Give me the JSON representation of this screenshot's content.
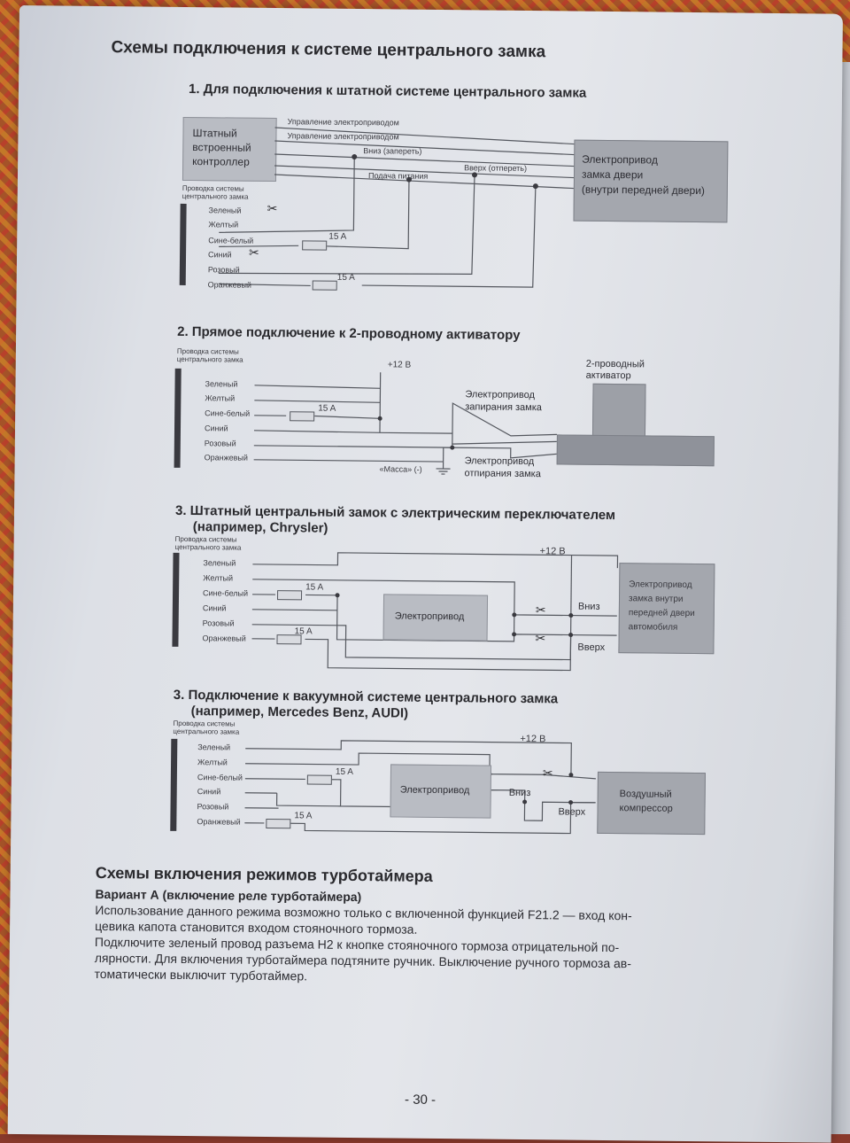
{
  "main_title": "Схемы подключения к системе центрального замка",
  "section1": {
    "title": "1. Для подключения к штатной системе центрального замка",
    "controller": "Штатный встроенный контроллер",
    "controller_lines": [
      "Штатный",
      "встроенный",
      "контроллер"
    ],
    "actuator_lines": [
      "Электропривод",
      "замка двери",
      "(внутри передней двери)"
    ],
    "wire_labels": [
      "Управление электроприводом",
      "Управление электроприводом",
      "Вниз (запереть)",
      "Вверх (отпереть)",
      "Подача питания"
    ],
    "harness_title": "Проводка системы центрального замка",
    "harness_title_lines": [
      "Проводка системы",
      "центрального замка"
    ],
    "wires": [
      "Зеленый",
      "Желтый",
      "Сине-белый",
      "Синий",
      "Розовый",
      "Оранжевый"
    ],
    "fuses": [
      "15 A",
      "15 A"
    ]
  },
  "section2": {
    "title": "2. Прямое подключение к 2-проводному активатору",
    "harness_title_lines": [
      "Проводка системы",
      "центрального замка"
    ],
    "wires": [
      "Зеленый",
      "Желтый",
      "Сине-белый",
      "Синий",
      "Розовый",
      "Оранжевый"
    ],
    "fuse": "15 A",
    "plus12": "+12 В",
    "ground": "«Масса» (-)",
    "activator_lines": [
      "2-проводный",
      "активатор"
    ],
    "lock_lines": [
      "Электропривод",
      "запирания замка"
    ],
    "unlock_lines": [
      "Электропривод",
      "отпирания замка"
    ]
  },
  "section3": {
    "title_line1": "3. Штатный центральный замок с электрическим переключателем",
    "title_line2": "(например, Chrysler)",
    "harness_title_lines": [
      "Проводка системы",
      "центрального замка"
    ],
    "wires": [
      "Зеленый",
      "Желтый",
      "Сине-белый",
      "Синий",
      "Розовый",
      "Оранжевый"
    ],
    "fuses": [
      "15 A",
      "15 A"
    ],
    "plus12": "+12 В",
    "actuator": "Электропривод",
    "down": "Вниз",
    "up": "Вверх",
    "door_lines": [
      "Электропривод",
      "замка внутри",
      "передней двери",
      "автомобиля"
    ]
  },
  "section4": {
    "title_line1": "3. Подключение к вакуумной системе центрального замка",
    "title_line2": "(например, Mercedes Benz, AUDI)",
    "harness_title_lines": [
      "Проводка системы",
      "центрального замка"
    ],
    "wires": [
      "Зеленый",
      "Желтый",
      "Сине-белый",
      "Синий",
      "Розовый",
      "Оранжевый"
    ],
    "fuses": [
      "15 A",
      "15 A"
    ],
    "plus12": "+12 В",
    "actuator": "Электропривод",
    "down": "Вниз",
    "up": "Вверх",
    "compressor_lines": [
      "Воздушный",
      "компрессор"
    ]
  },
  "turbo": {
    "title": "Схемы включения режимов турботаймера",
    "variant": "Вариант А (включение реле турботаймера)",
    "lines": [
      "Использование данного режима возможно только с включенной функцией F21.2 — вход кон-",
      "цевика капота становится входом стояночного тормоза.",
      "Подключите зеленый провод разъема H2 к кнопке стояночного тормоза отрицательной по-",
      "лярности. Для включения турботаймера подтяните ручник. Выключение ручного тормоза ав-",
      "томатически выключит турботаймер."
    ]
  },
  "page_number": "- 30 -"
}
